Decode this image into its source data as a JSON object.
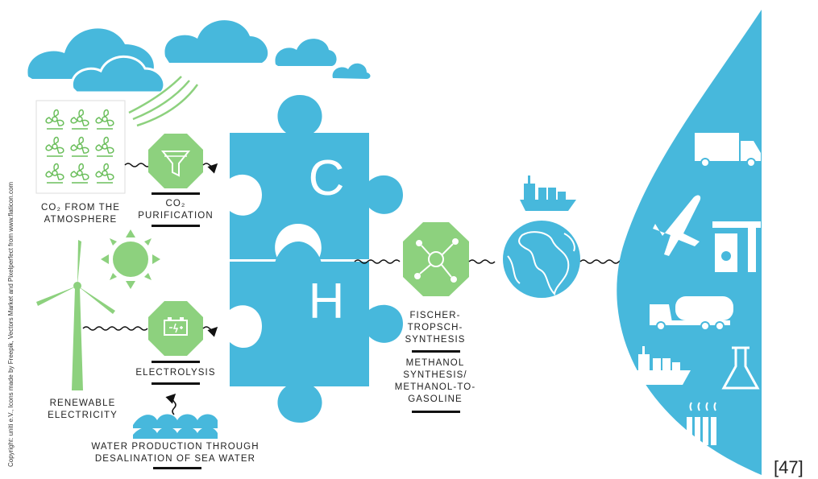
{
  "labels": {
    "co2_atmosphere_line1": "CO₂ FROM THE",
    "co2_atmosphere_line2": "ATMOSPHERE",
    "co2_purification_line1": "CO₂",
    "co2_purification_line2": "PURIFICATION",
    "renewable_line1": "RENEWABLE",
    "renewable_line2": "ELECTRICITY",
    "electrolysis": "ELECTROLYSIS",
    "water_line1": "WATER PRODUCTION THROUGH",
    "water_line2": "DESALINATION OF SEA WATER",
    "fischer_line1": "FISCHER-",
    "fischer_line2": "TROPSCH-",
    "fischer_line3": "SYNTHESIS",
    "methanol_line1": "METHANOL",
    "methanol_line2": "SYNTHESIS/",
    "methanol_line3": "METHANOL-TO-",
    "methanol_line4": "GASOLINE"
  },
  "puzzle": {
    "top_letter": "C",
    "bottom_letter": "H"
  },
  "copyright": "Copyright: uniti e.V., Icons made by Freepik, Vectors Market and Pixelperfect from www.flaticon.com",
  "reference": "[47]",
  "colors": {
    "blue": "#47b8dc",
    "green": "#8dd17e",
    "dark": "#1a1a1a"
  },
  "icons": [
    "cloud-icon",
    "fan-icon",
    "funnel-icon",
    "sun-icon",
    "wind-turbine-icon",
    "battery-icon",
    "waves-icon",
    "molecule-icon",
    "globe-icon",
    "ship-icon",
    "truck-icon",
    "airplane-icon",
    "fuel-pump-icon",
    "tanker-truck-icon",
    "flask-icon",
    "radiator-icon"
  ]
}
